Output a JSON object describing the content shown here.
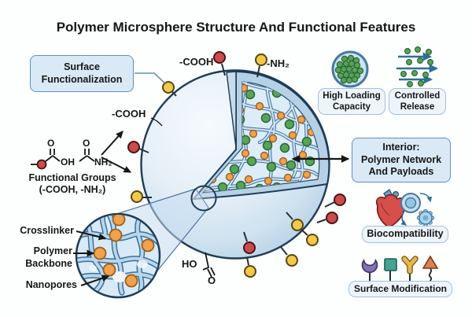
{
  "title": "Polymer Microsphere Structure And Functional Features",
  "boxes": {
    "surface_functionalization": "Surface\nFunctionalization",
    "high_loading_capacity": "High Loading\nCapacity",
    "controlled_release": "Controlled\nRelease",
    "interior": "Interior:\nPolymer Network\nAnd Payloads",
    "biocompatibility": "Biocompatibility",
    "surface_modification": "Surface Modification"
  },
  "labels": {
    "cooh_top": "-COOH",
    "nh2_top": "-NH₂",
    "cooh_side": "-COOH",
    "functional_groups_line1": "Functional Groups",
    "functional_groups_line2": "(-COOH, -NH₂)",
    "crosslinker": "Crosslinker",
    "polymer_backbone": "Polymer\nBackbone",
    "nanopores": "Nanopores"
  },
  "chem": {
    "o_carboxyl": "O",
    "oh": "OH",
    "o_amide": "O",
    "nh2": "NH₂",
    "ho_bottom": "HO",
    "o_bottom": "O"
  },
  "icons": {
    "high_loading": "loaded-microsphere-icon",
    "controlled_release": "release-arrows-icon",
    "biocompatibility": [
      "heart-icon",
      "cells-cycle-icon"
    ],
    "surface_modification": [
      "receptor-icon",
      "square-ligand-icon",
      "antibody-icon",
      "peg-chain-icon"
    ]
  },
  "colors": {
    "callout_fill": "#d9e9f6",
    "callout_border": "#6590ba",
    "panel_fill": "#edf5fb",
    "panel_border": "#a3c1d9",
    "sphere_outline": "#1e3c55",
    "network_strand": "#3e6f99",
    "crosslinker_node": "#f0a24c",
    "payload_dot": "#57a457",
    "cooh_dot": "#cc4b4b",
    "nh2_dot": "#f1c94d"
  }
}
